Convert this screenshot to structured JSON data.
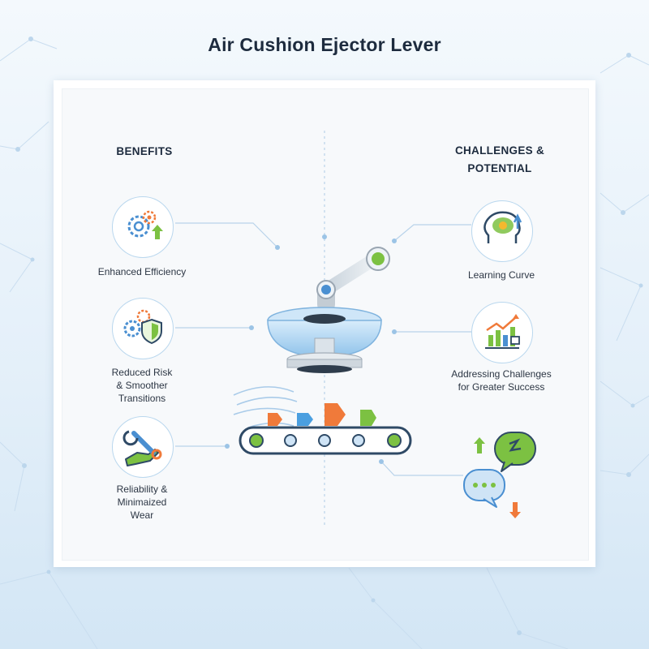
{
  "title": "Air Cushion Ejector Lever",
  "benefits": {
    "heading": "BENEFITS",
    "items": [
      {
        "label": "Enhanced Efficiency",
        "icon": "gears-up-arrow-icon"
      },
      {
        "label": "Reduced Risk\n& Smoother\nTransitions",
        "icon": "gears-shield-icon"
      },
      {
        "label": "Reliability &\nMinimaized\nWear",
        "icon": "hand-wrench-icon"
      }
    ]
  },
  "challenges": {
    "heading": "CHALLENGES &\nPOTENTIAL",
    "items": [
      {
        "label": "Learning Curve",
        "icon": "brain-head-icon"
      },
      {
        "label": "Addressing Challenges\nfor Greater Success",
        "icon": "growth-chart-icon"
      },
      {
        "label": "",
        "icon": "speech-bubbles-icon"
      }
    ]
  },
  "colors": {
    "accent_blue": "#4a8fd1",
    "accent_green": "#7cc142",
    "accent_orange": "#f07a3a",
    "text_dark": "#1d2b3e"
  }
}
